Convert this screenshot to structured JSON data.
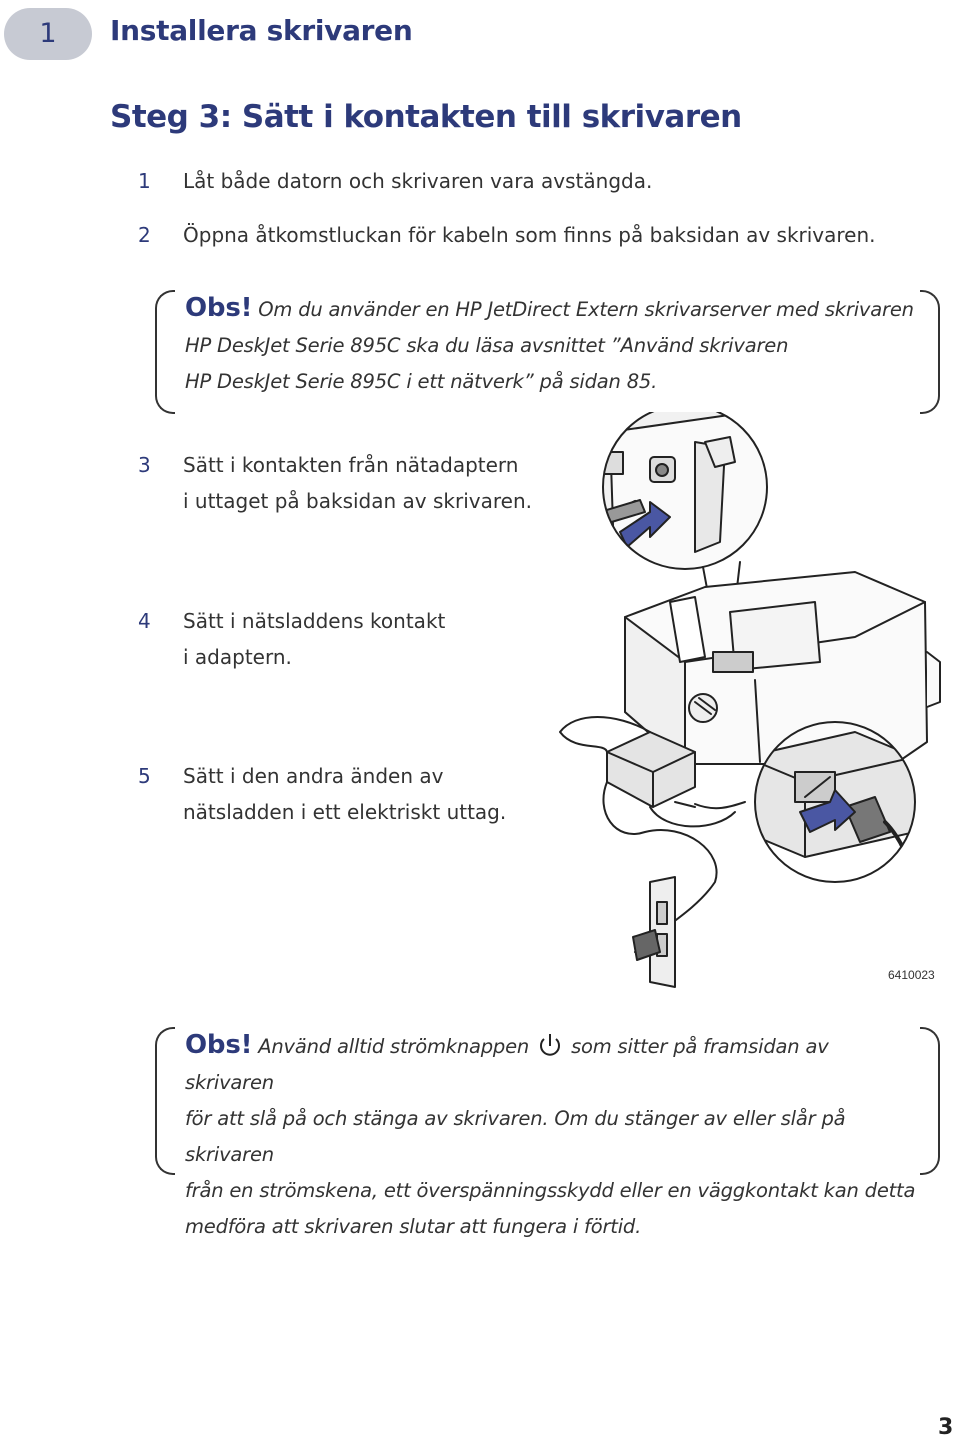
{
  "header": {
    "chapter_number": "1",
    "chapter_title": "Installera skrivaren"
  },
  "step_heading": "Steg 3: Sätt i kontakten till skrivaren",
  "steps": [
    {
      "num": "1",
      "lines": [
        "Låt både datorn och skrivaren vara avstängda."
      ]
    },
    {
      "num": "2",
      "lines": [
        "Öppna åtkomstluckan för kabeln som finns på baksidan av skrivaren."
      ]
    },
    {
      "num": "3",
      "lines": [
        "Sätt i kontakten från nätadaptern",
        "i uttaget på baksidan av skrivaren."
      ]
    },
    {
      "num": "4",
      "lines": [
        "Sätt i nätsladdens kontakt",
        "i adaptern."
      ]
    },
    {
      "num": "5",
      "lines": [
        "Sätt i den andra änden av",
        "nätsladden i ett elektriskt uttag."
      ]
    }
  ],
  "note1": {
    "label": "Obs!",
    "line1": "Om du använder en HP JetDirect Extern skrivarserver med skrivaren",
    "line2": "HP DeskJet Serie 895C ska du läsa avsnittet ”Använd skrivaren",
    "line3": "HP DeskJet Serie 895C i ett nätverk” på sidan 85."
  },
  "note2": {
    "label": "Obs!",
    "line1a": "Använd alltid strömknappen",
    "line1b": "som sitter på framsidan av skrivaren",
    "line2": "för att slå på och stänga av skrivaren. Om du stänger av eller slår på skrivaren",
    "line3": "från en strömskena, ett överspänningsskydd eller en väggkontakt kan detta",
    "line4": "medföra att skrivaren slutar att fungera i förtid."
  },
  "figure_id": "6410023",
  "page_number": "3",
  "colors": {
    "accent": "#2d3a7a",
    "badge": "#c7cad3",
    "arrow": "#4a57a3"
  }
}
